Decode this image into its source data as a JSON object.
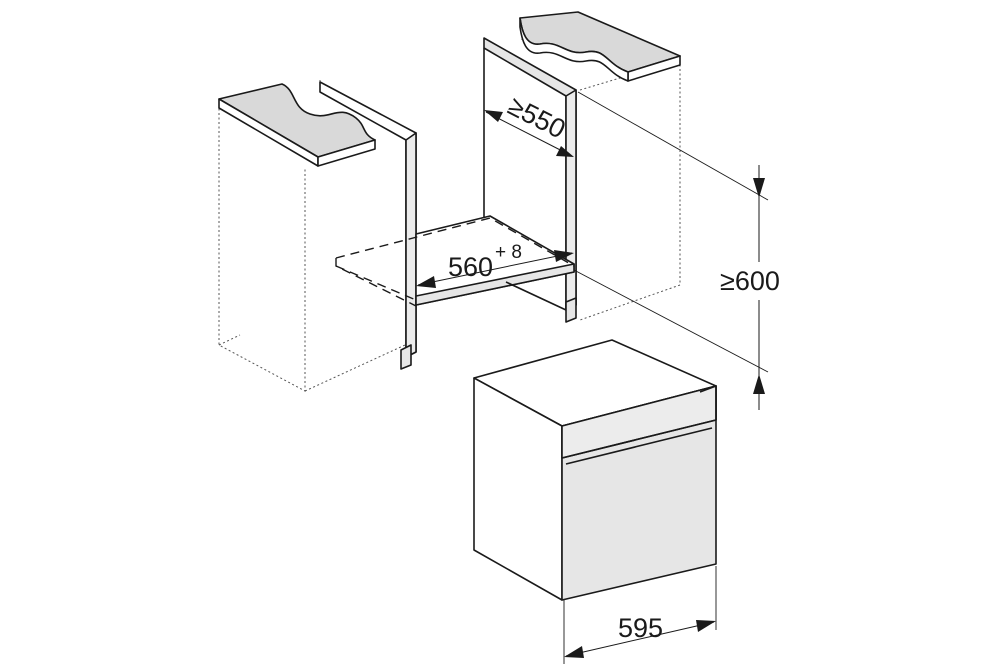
{
  "dimensions": {
    "depth_label": "≥550",
    "niche_width_label": "560",
    "niche_width_tolerance": "+ 8",
    "niche_height_label": "≥600",
    "appliance_width_label": "595"
  }
}
